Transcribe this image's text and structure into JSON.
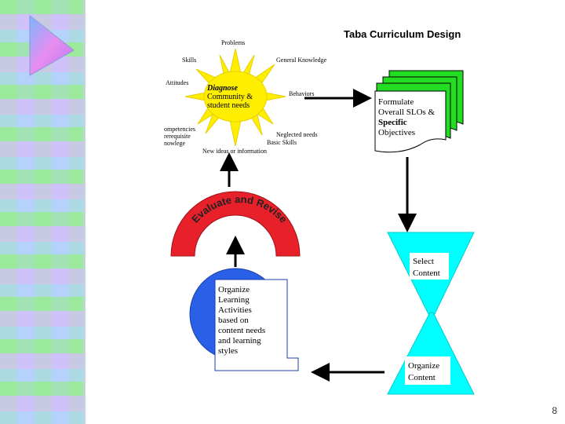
{
  "page_number": "8",
  "title": "Taba Curriculum Design",
  "sun": {
    "center_lines": [
      "Diagnose",
      "Community &",
      "student needs"
    ],
    "rays": [
      {
        "label": "Problems"
      },
      {
        "label": "General Knowledge"
      },
      {
        "label": "Behaviors"
      },
      {
        "label": "Neglected needs"
      },
      {
        "label": "Basic Skills"
      },
      {
        "label": "New ideas or information"
      },
      {
        "label": "ompetencies"
      },
      {
        "label": "rerequisite"
      },
      {
        "label": "nowlege"
      },
      {
        "label": "Attitudes"
      },
      {
        "label": "Skills"
      }
    ]
  },
  "formulate_lines": [
    "Formulate",
    "Overall SLOs &",
    "Specific",
    "Objectives"
  ],
  "select_content_lines": [
    "Select",
    "Content"
  ],
  "organize_content_lines": [
    "Organize",
    "Content"
  ],
  "evaluate_text": "Evaluate and Revise",
  "organize_activities_lines": [
    "Organize",
    "Learning",
    "Activities",
    "based on",
    "content needs",
    "and learning",
    "styles"
  ],
  "colors": {
    "sun": "#ffee00",
    "green": "#22dd22",
    "cyan": "#00ffff",
    "red": "#e8202a",
    "blue": "#2a5fe8"
  }
}
